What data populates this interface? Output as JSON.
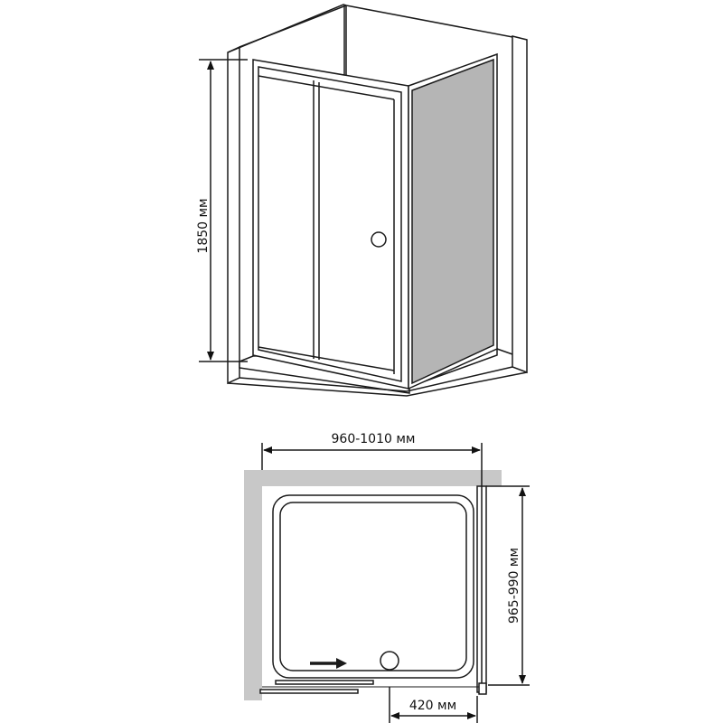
{
  "elevation": {
    "height_label": "1850 мм"
  },
  "plan": {
    "width_label": "960-1010 мм",
    "depth_label": "965-990 мм",
    "door_offset_label": "420 мм"
  },
  "colors": {
    "line": "#1a1a1a",
    "fixed_panel_glass": "#b5b5b5",
    "floor_wall": "#c8c8c8"
  }
}
